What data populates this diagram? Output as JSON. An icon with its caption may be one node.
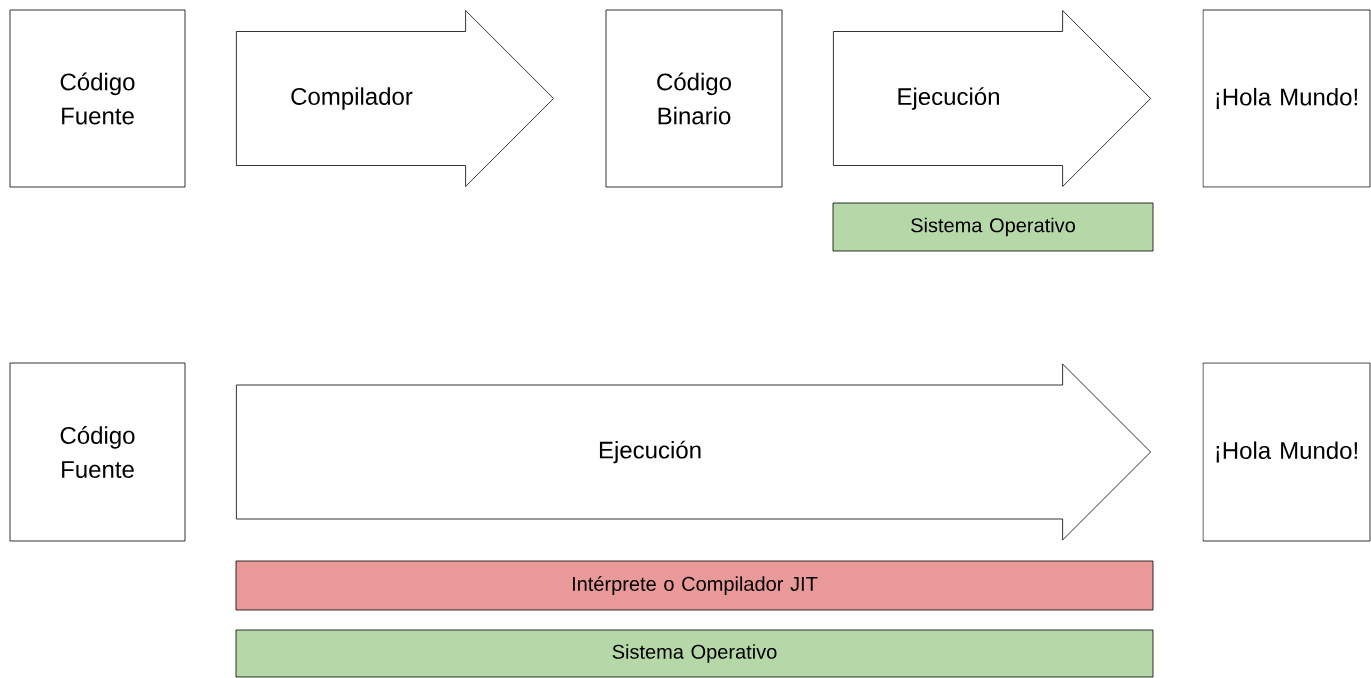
{
  "diagram": {
    "nodes": [
      {
        "text": [
          "Código Fuente"
        ]
      },
      {
        "text": [
          "Código Binario"
        ]
      },
      {
        "text": [
          "¡Hola Mundo!"
        ]
      },
      {
        "text": [
          "Sistema Operativo"
        ]
      },
      {
        "text": [
          "Código Fuente"
        ]
      },
      {
        "text": [
          "¡Hola Mundo!"
        ]
      },
      {
        "text": [
          "Intérprete o Compilador JIT"
        ]
      },
      {
        "text": [
          "Sistema Operativo"
        ]
      }
    ],
    "edges": [
      {
        "from": 0,
        "to": 1,
        "arrow": "to",
        "label": "Compilador"
      },
      {
        "from": 1,
        "to": 2,
        "arrow": "to",
        "label": "Ejecución"
      },
      {
        "from": 4,
        "to": 5,
        "arrow": "to",
        "label": "Ejecución"
      }
    ]
  }
}
